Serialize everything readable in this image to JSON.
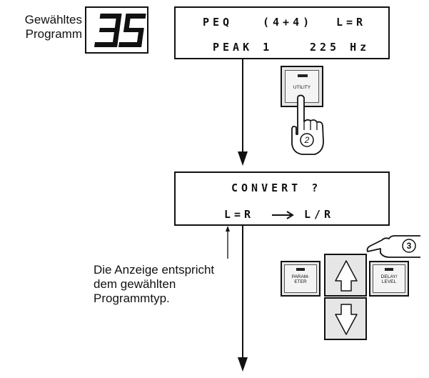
{
  "selected_program": {
    "label_line1": "Gewähltes",
    "label_line2": "Programm",
    "number": "35"
  },
  "display_top": {
    "line1_a": "PEQ",
    "line1_b": "(4+4)",
    "line1_c": "L=R",
    "line2_a": "PEAK 1",
    "line2_b": "225 Hz"
  },
  "utility_button": {
    "label": "UTILITY",
    "step": "2"
  },
  "display_convert": {
    "line1": "CONVERT ?",
    "line2_left": "L=R",
    "line2_right": "L/R"
  },
  "annotation": {
    "line1": "Die Anzeige entspricht",
    "line2": "dem gewählten",
    "line3": "Programmtyp."
  },
  "keypad": {
    "parameter_label_1": "PARAM-",
    "parameter_label_2": "ETER",
    "delay_label_1": "DELAY/",
    "delay_label_2": "LEVEL",
    "step": "3"
  }
}
